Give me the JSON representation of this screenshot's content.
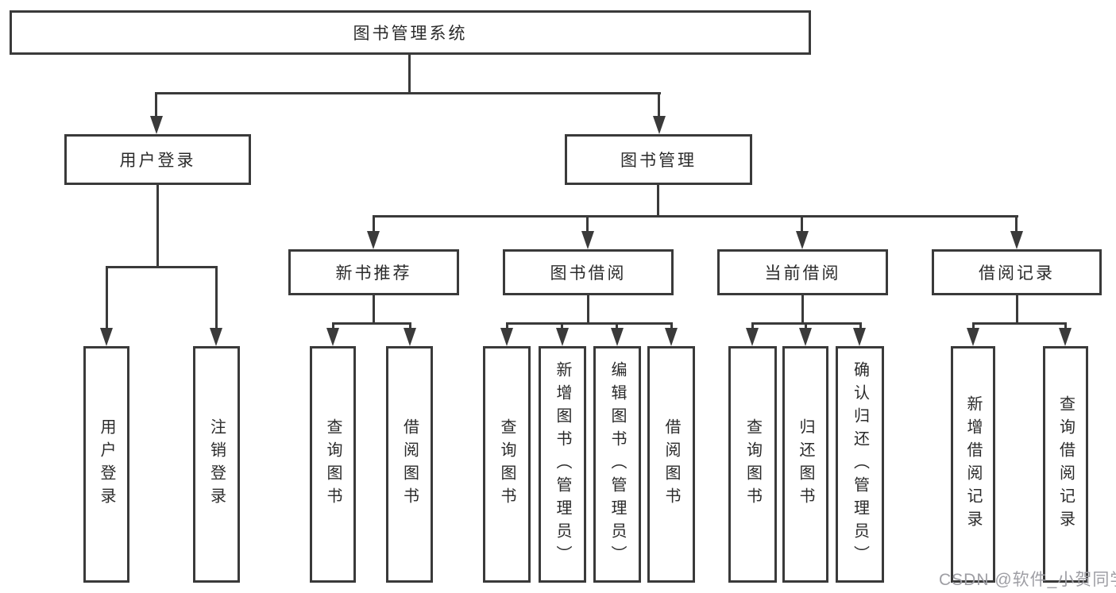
{
  "title": "图书管理系统",
  "diagram": {
    "root": "图书管理系统",
    "level2": [
      "用户登录",
      "图书管理"
    ],
    "level3": [
      "新书推荐",
      "图书借阅",
      "当前借阅",
      "借阅记录"
    ],
    "leaves": {
      "user_login": [
        "用户登录",
        "注销登录"
      ],
      "new_book": [
        "查询图书",
        "借阅图书"
      ],
      "book_borrow": [
        "查询图书",
        "新增图书（管理员）",
        "编辑图书（管理员）",
        "借阅图书"
      ],
      "current_borrow": [
        "查询图书",
        "归还图书",
        "确认归还（管理员）"
      ],
      "borrow_record": [
        "新增借阅记录",
        "查询借阅记录"
      ]
    }
  },
  "watermark": "CSDN @软件_小贺同学",
  "colors": {
    "line": "#3a3a3a",
    "text": "#2b2b2b",
    "background": "#ffffff",
    "watermark": "#9e9ea4"
  }
}
